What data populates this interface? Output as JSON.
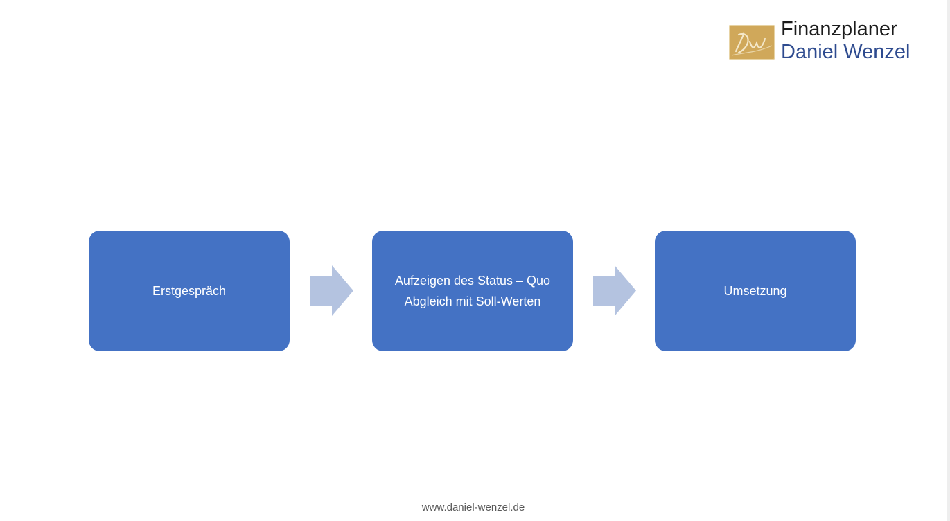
{
  "logo": {
    "line1": "Finanzplaner",
    "line2": "Daniel Wenzel",
    "mark_color": "#d0a85a"
  },
  "process": {
    "box_color": "#4472c4",
    "arrow_color": "#b4c3e0",
    "steps": [
      {
        "lines": [
          "Erstgespräch"
        ]
      },
      {
        "lines": [
          "Aufzeigen des Status – Quo",
          "Abgleich mit Soll-Werten"
        ]
      },
      {
        "lines": [
          "Umsetzung"
        ]
      }
    ]
  },
  "footer": {
    "url": "www.daniel-wenzel.de"
  }
}
